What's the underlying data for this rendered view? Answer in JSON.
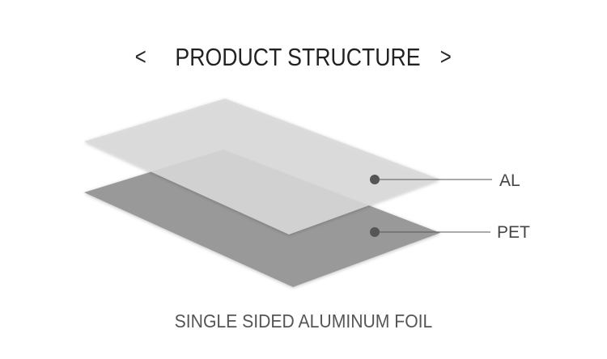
{
  "header": {
    "title": "PRODUCT STRUCTURE",
    "prev_glyph": "<",
    "next_glyph": ">"
  },
  "layers": [
    {
      "label": "AL",
      "color": "#d9d9d9"
    },
    {
      "label": "PET",
      "color": "#999999"
    }
  ],
  "caption": "SINGLE SIDED ALUMINUM FOIL"
}
